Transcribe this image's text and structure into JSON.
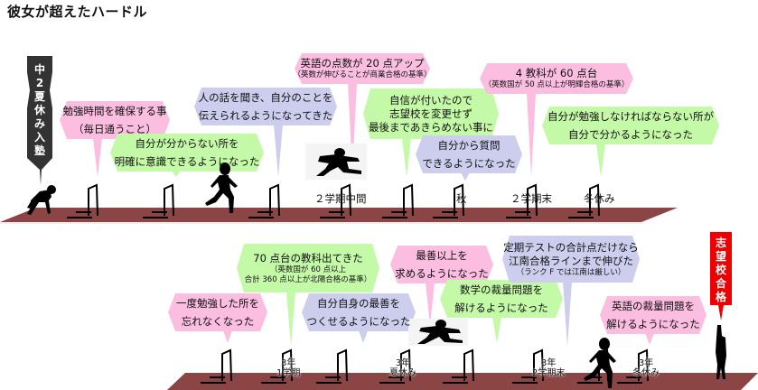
{
  "title": "彼女が超えたハードル",
  "colors": {
    "pink": "#fbbde0",
    "green": "#c4f9a8",
    "lavender": "#cdcdee",
    "dark": "#333333",
    "red": "#ee0000",
    "track": "#8b4545"
  },
  "start_flag": {
    "text": "中2夏休み入塾"
  },
  "goal_flag": {
    "text": "志望校合格"
  },
  "row1": {
    "bubbles": [
      {
        "lines": [
          "勉強時間を確保する事",
          "（毎日通うこと）"
        ],
        "color": "pink"
      },
      {
        "lines": [
          "自分が分からない所を",
          "明確に意識できるようになった"
        ],
        "color": "green"
      },
      {
        "lines": [
          "人の話を聞き、自分のことを",
          "伝えられるようになってきた"
        ],
        "color": "lavender"
      },
      {
        "lines": [
          "英語の点数が 20 点アップ"
        ],
        "sub": "（英数が伸びることが商業合格の基準）",
        "color": "pink"
      },
      {
        "lines": [
          "自信が付いたので",
          "志望校を変更せず",
          "最後まであきらめない事に"
        ],
        "color": "green"
      },
      {
        "lines": [
          "自分から質問",
          "できるようになった"
        ],
        "color": "lavender"
      },
      {
        "lines": [
          "4 教科が 60 点台"
        ],
        "sub": "（英数国が 50 点以上が明輝合格の基準）",
        "color": "pink"
      },
      {
        "lines": [
          "自分が勉強しなければならない所が",
          "自分で分かるようになった"
        ],
        "color": "green"
      }
    ],
    "milestones": [
      "２学期中間",
      "秋",
      "２学期末",
      "冬休み"
    ]
  },
  "row2": {
    "bubbles": [
      {
        "lines": [
          "一度勉強した所を",
          "忘れなくなった"
        ],
        "color": "pink"
      },
      {
        "lines": [
          "70 点台の教科出てきた"
        ],
        "sub_lines": [
          "（英数国が 60 点以上",
          "合計 360 点以上が北陽合格の基準）"
        ],
        "color": "green"
      },
      {
        "lines": [
          "自分自身の最善を",
          "つくせるようになった"
        ],
        "color": "lavender"
      },
      {
        "lines": [
          "最善以上を",
          "求めるようになった"
        ],
        "color": "pink"
      },
      {
        "lines": [
          "数学の裁量問題を",
          "解けるようになった"
        ],
        "color": "green"
      },
      {
        "lines": [
          "定期テストの合計点だけなら",
          "江南合格ラインまで伸びた"
        ],
        "sub": "（ランク F では江南は厳しい）",
        "color": "lavender"
      },
      {
        "lines": [
          "英語の裁量問題を",
          "解けるようになった"
        ],
        "color": "pink"
      }
    ],
    "milestones": [
      {
        "line1": "3年",
        "line2": "1学期"
      },
      {
        "line1": "3年",
        "line2": "夏休み"
      },
      {
        "line1": "3年",
        "line2": "2学期末"
      },
      {
        "line1": "3年",
        "line2": "冬休み"
      }
    ]
  }
}
